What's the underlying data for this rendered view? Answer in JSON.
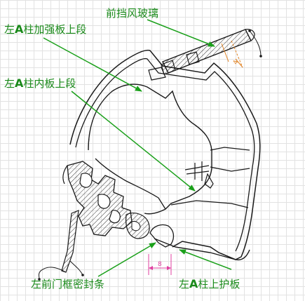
{
  "labels": {
    "windshield": "前挡风玻璃",
    "a_pillar_reinforcement": "左A柱加强板上段",
    "a_pillar_inner": "左A柱内板上段",
    "door_frame_seal": "左前门框密封条",
    "a_pillar_trim": "左A柱上护板"
  },
  "dimensions": {
    "windshield_gap": "4",
    "trim_gap": "8"
  },
  "colors": {
    "label_text": "#1a8a1a",
    "leader_line": "#1aa01a",
    "part_outline": "#1a1a1a",
    "dimension_pink": "#e040a0",
    "dimension_orange": "#e08020",
    "grid": "#e2e2e2"
  }
}
